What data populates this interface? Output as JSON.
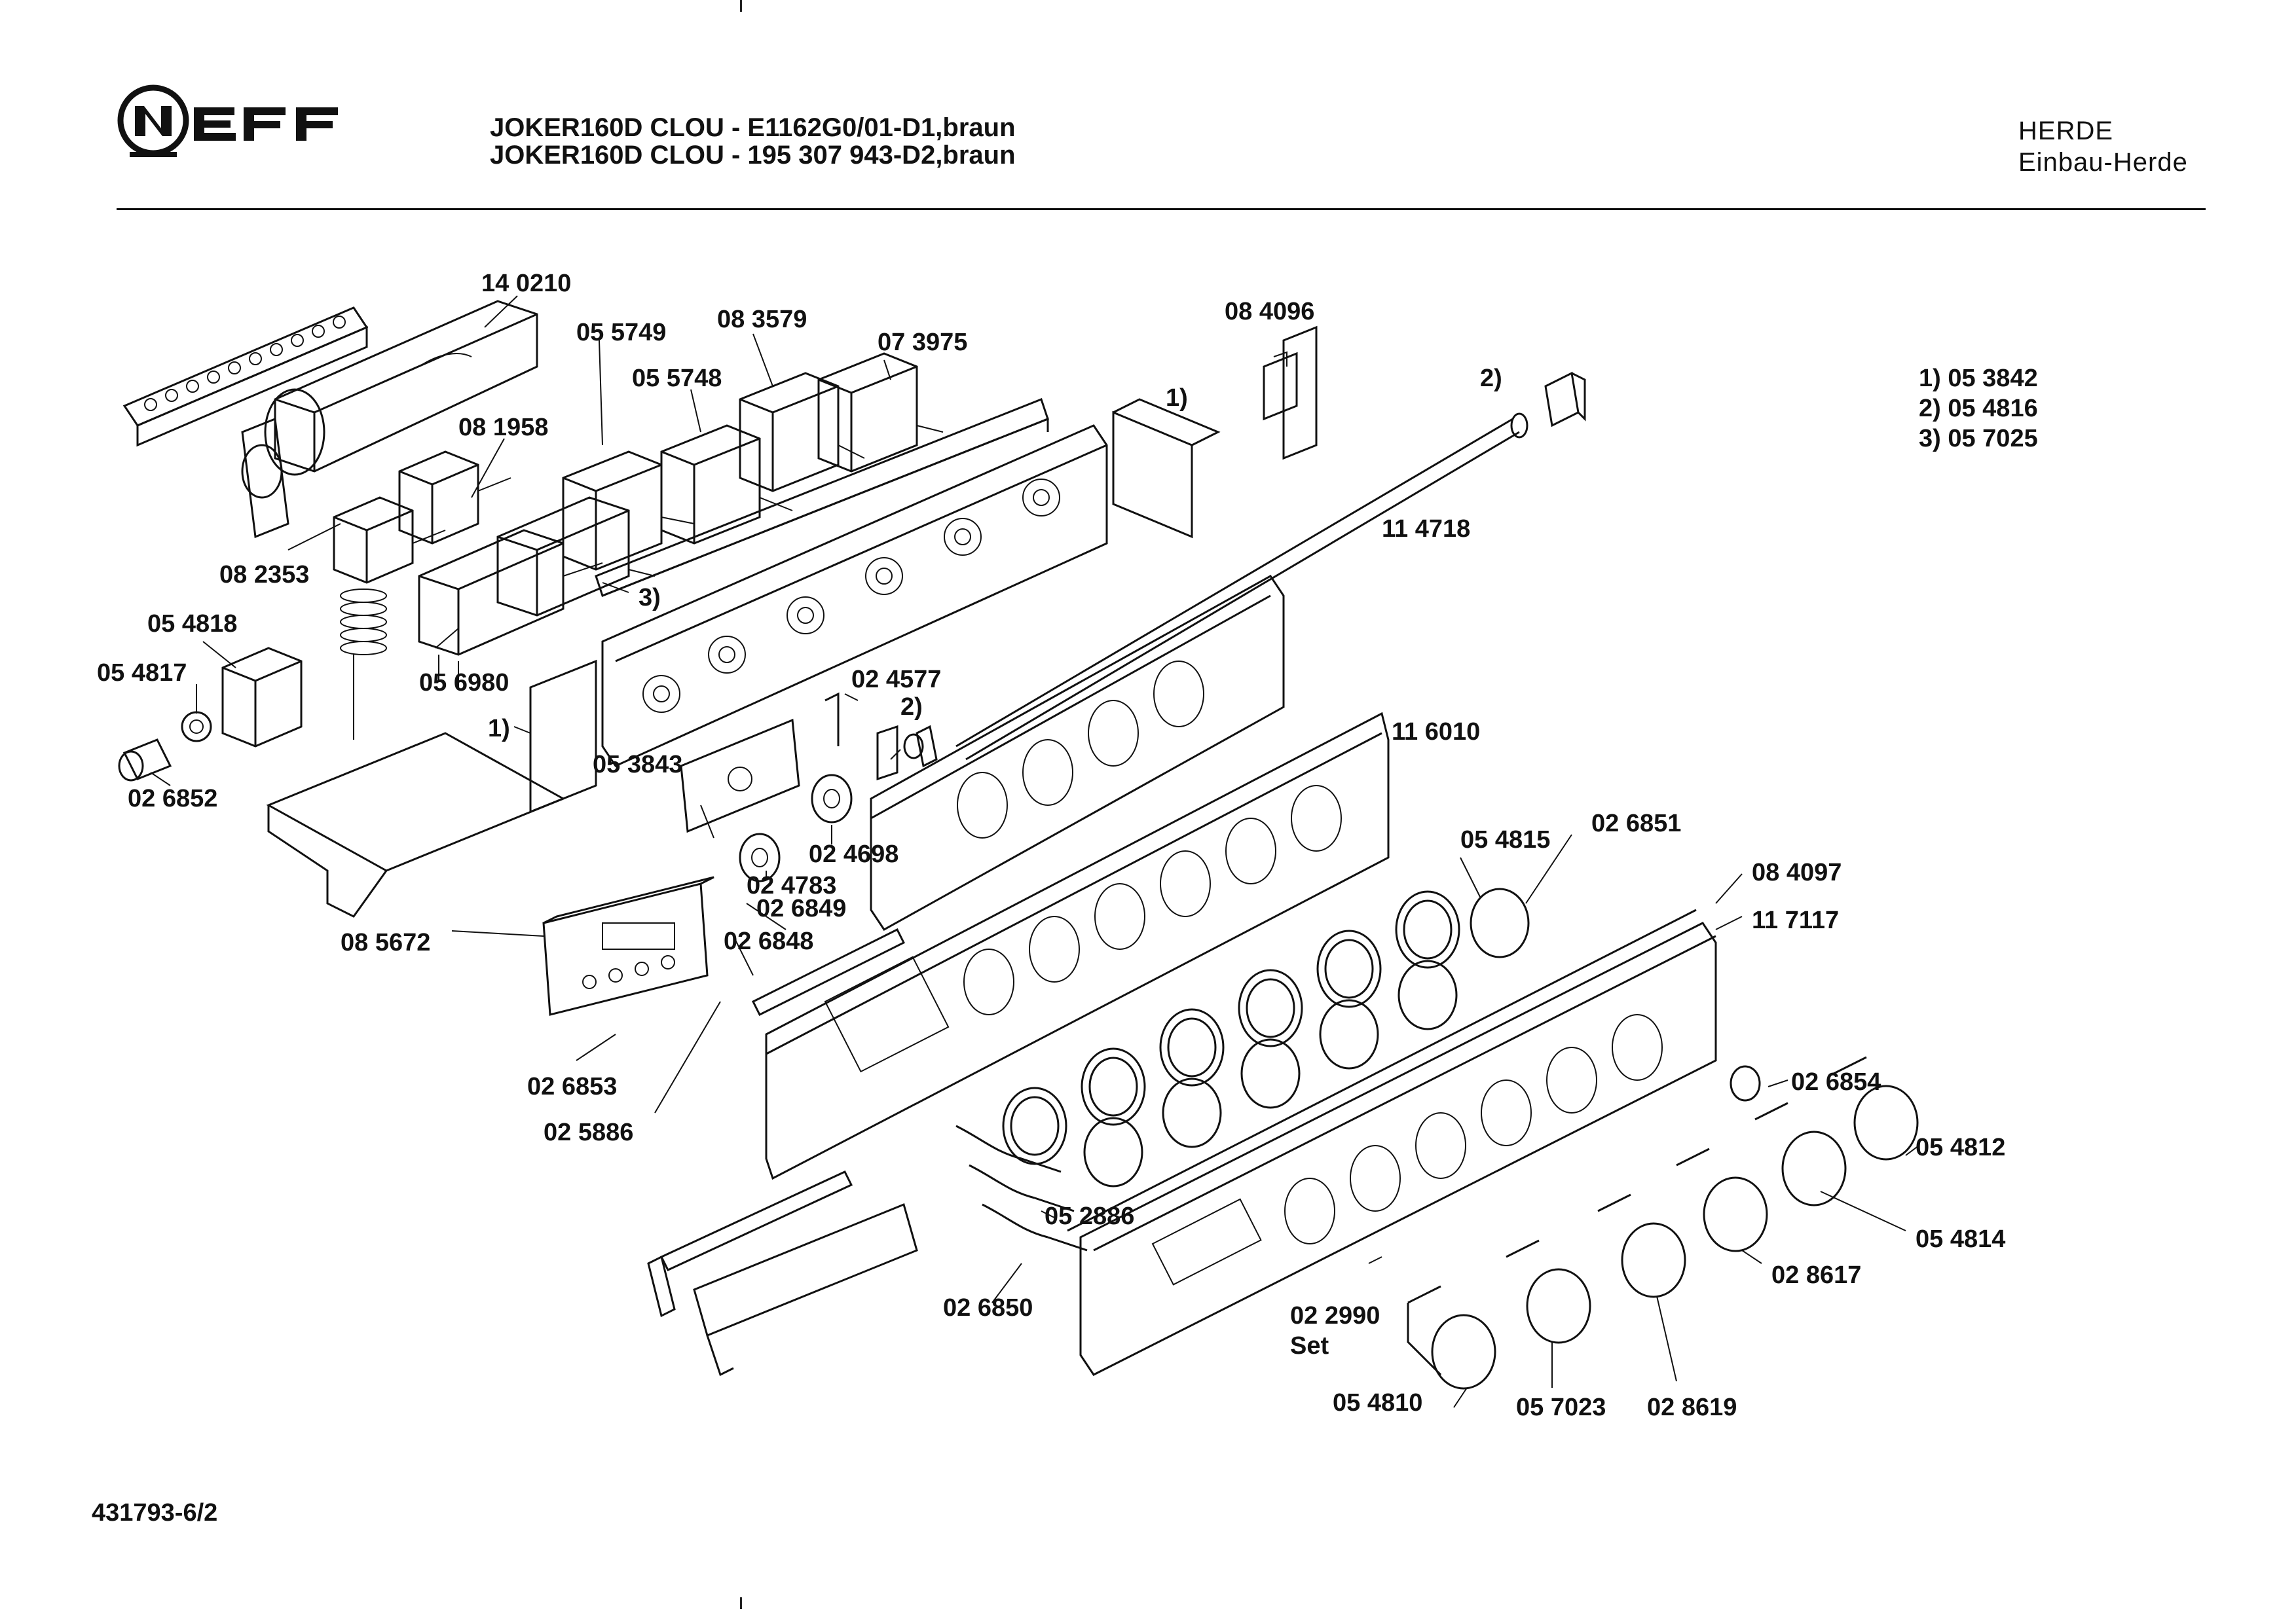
{
  "header": {
    "brand": "NEFF",
    "model_line_1": "JOKER160D CLOU - E1162G0/01-D1,braun",
    "model_line_2": "JOKER160D CLOU - 195 307 943-D2,braun",
    "category": "HERDE",
    "subcategory": "Einbau-Herde"
  },
  "notes": [
    "1) 05 3842",
    "2) 05 4816",
    "3) 05 7025"
  ],
  "footer": {
    "drawing_number": "431793-6/2"
  },
  "part_labels": [
    "14 0210",
    "05 5749",
    "08 3579",
    "07 3975",
    "05 5748",
    "08 1958",
    "08 2353",
    "3)",
    "05 4818",
    "05 4817",
    "05 6980",
    "1)",
    "02 6852",
    "08 4096",
    "1)",
    "2)",
    "11 4718",
    "02 4577",
    "2)",
    "05 3843",
    "02 4698",
    "02 4783",
    "11 6010",
    "05 4815",
    "02 6851",
    "08 4097",
    "11 7117",
    "08 5672",
    "02 6849",
    "02 6848",
    "02 6853",
    "02 5886",
    "02 6854",
    "05 4812",
    "05 4814",
    "05 2886",
    "02 8617",
    "02 6850",
    "02 2990",
    "Set",
    "05 4810",
    "05 7023",
    "02 8619"
  ]
}
